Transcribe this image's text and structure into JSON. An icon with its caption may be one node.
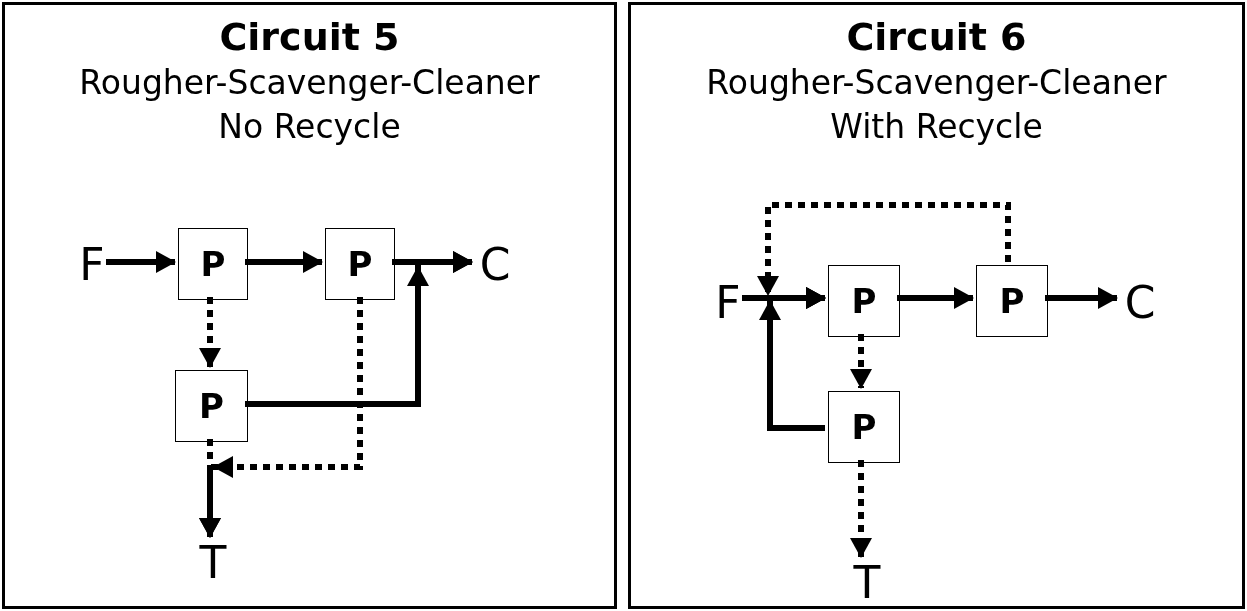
{
  "diagram": {
    "nodes": [
      {
        "text": [
          "Circuit 5",
          "Rougher-Scavenger-Cleaner",
          "No Recycle"
        ]
      },
      {
        "text": [
          "F"
        ],
        "in": 0
      },
      {
        "text": [
          "P"
        ],
        "in": 0
      },
      {
        "text": [
          "P"
        ],
        "in": 0
      },
      {
        "text": [
          "C"
        ],
        "in": 0
      },
      {
        "text": [
          "P"
        ],
        "in": 0
      },
      {
        "text": [
          "T"
        ],
        "in": 0
      },
      {
        "text": [
          "Circuit 6",
          "Rougher-Scavenger-Cleaner",
          "With Recycle"
        ]
      },
      {
        "text": [
          "F"
        ],
        "in": 7
      },
      {
        "text": [
          "P"
        ],
        "in": 7
      },
      {
        "text": [
          "P"
        ],
        "in": 7
      },
      {
        "text": [
          "C"
        ],
        "in": 7
      },
      {
        "text": [
          "P"
        ],
        "in": 7
      },
      {
        "text": [
          "T"
        ],
        "in": 7
      }
    ],
    "edges": [
      {
        "from": 1,
        "to": 2,
        "arrow": "to"
      },
      {
        "from": 2,
        "to": 3,
        "arrow": "to"
      },
      {
        "from": 3,
        "to": 4,
        "arrow": "to"
      },
      {
        "from": 5,
        "to": 4,
        "arrow": "to"
      },
      {
        "from": 2,
        "to": 5,
        "arrow": "to",
        "style": "dashed"
      },
      {
        "from": 5,
        "to": 6,
        "arrow": "to",
        "style": "dashed"
      },
      {
        "from": 3,
        "to": 6,
        "arrow": "to",
        "style": "dashed"
      },
      {
        "from": 8,
        "to": 9,
        "arrow": "to"
      },
      {
        "from": 9,
        "to": 10,
        "arrow": "to"
      },
      {
        "from": 10,
        "to": 11,
        "arrow": "to"
      },
      {
        "from": 9,
        "to": 12,
        "arrow": "to",
        "style": "dashed"
      },
      {
        "from": 12,
        "to": 13,
        "arrow": "to",
        "style": "dashed"
      },
      {
        "from": 10,
        "to": 9,
        "arrow": "to",
        "style": "dashed"
      },
      {
        "from": 12,
        "to": 9,
        "arrow": "to"
      }
    ]
  }
}
